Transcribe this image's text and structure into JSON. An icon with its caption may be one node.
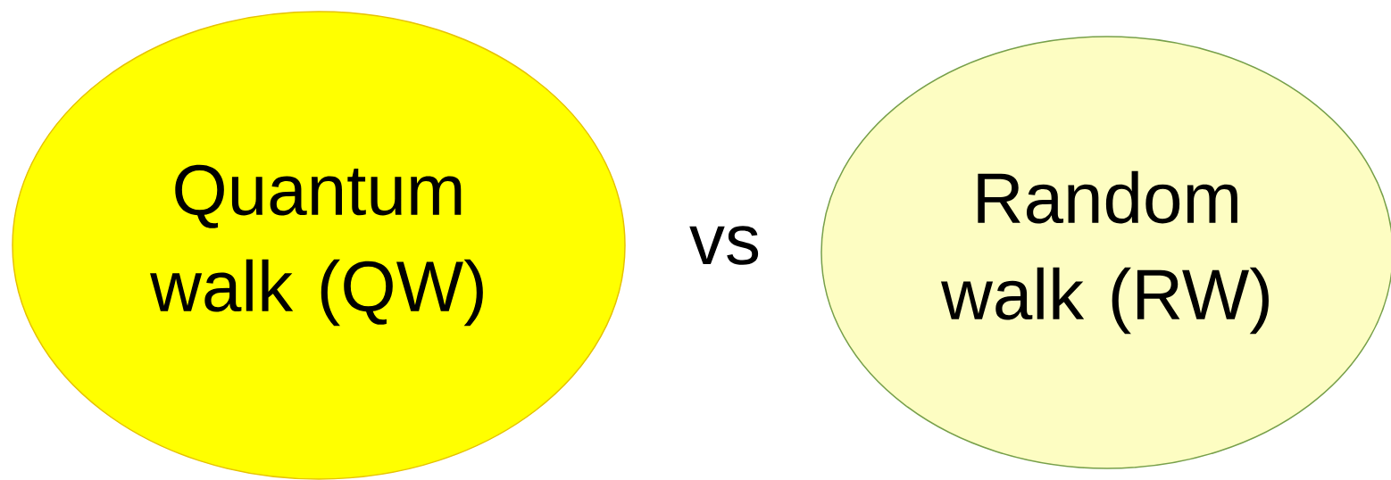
{
  "diagram": {
    "nodes": [
      {
        "text": [
          "Quantum walk (QW)"
        ]
      },
      {
        "text": [
          "Random walk (RW)"
        ]
      }
    ],
    "labels": [
      "vs"
    ]
  }
}
